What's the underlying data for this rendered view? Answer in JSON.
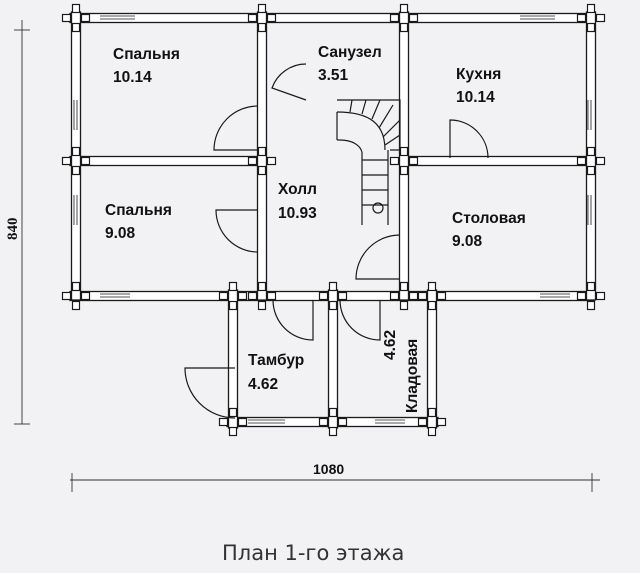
{
  "rooms": [
    {
      "id": "bedroom1",
      "name": "Спальня",
      "area": "10.14"
    },
    {
      "id": "bathroom",
      "name": "Санузел",
      "area": "3.51"
    },
    {
      "id": "kitchen",
      "name": "Кухня",
      "area": "10.14"
    },
    {
      "id": "hall",
      "name": "Холл",
      "area": "10.93"
    },
    {
      "id": "bedroom2",
      "name": "Спальня",
      "area": "9.08"
    },
    {
      "id": "dining",
      "name": "Столовая",
      "area": "9.08"
    },
    {
      "id": "vestibule",
      "name": "Тамбур",
      "area": "4.62"
    },
    {
      "id": "pantry",
      "name": "Кладовая",
      "area": "4.62"
    }
  ],
  "dimensions": {
    "width": "1080",
    "depth": "840"
  },
  "caption": "План 1-го этажа"
}
